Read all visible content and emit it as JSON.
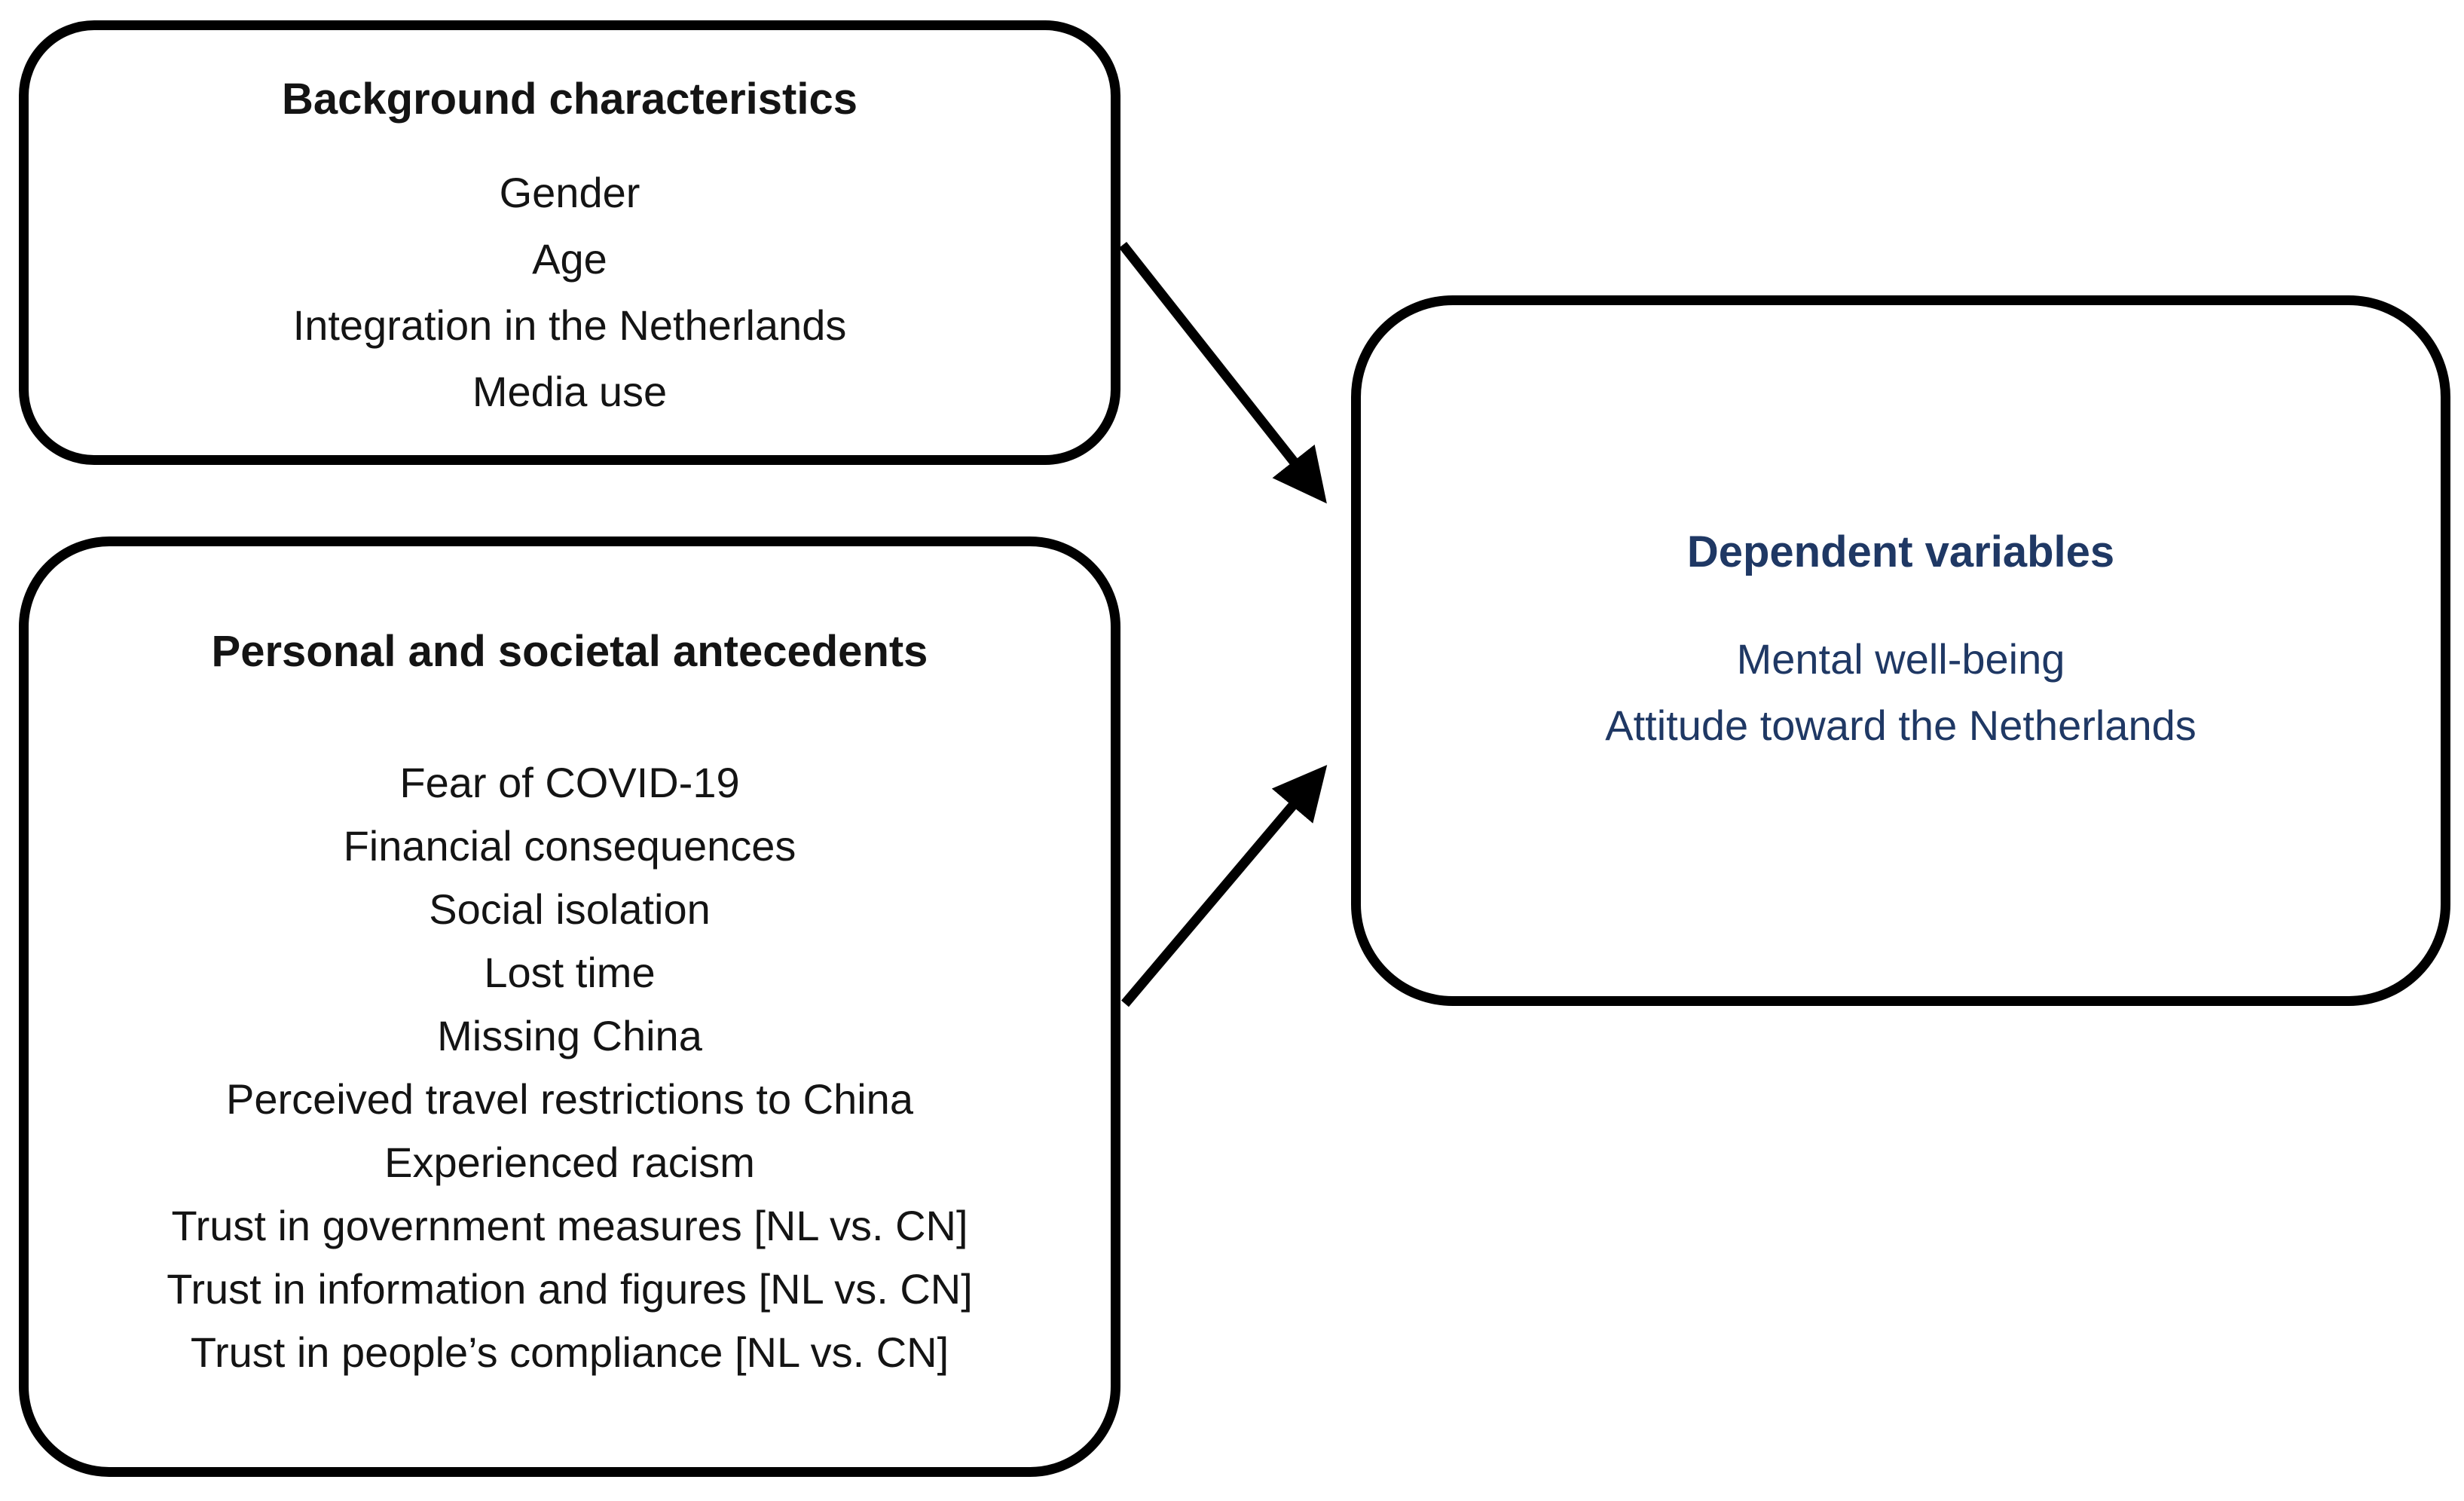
{
  "diagram": {
    "background_box": {
      "title": "Background characteristics",
      "items": [
        "Gender",
        "Age",
        "Integration in the Netherlands",
        "Media use"
      ]
    },
    "antecedents_box": {
      "title": "Personal and societal antecedents",
      "items": [
        "Fear of COVID-19",
        "Financial consequences",
        "Social isolation",
        "Lost time",
        "Missing China",
        "Perceived travel restrictions to China",
        "Experienced racism",
        "Trust in government measures [NL vs. CN]",
        "Trust in information and figures [NL vs. CN]",
        "Trust in people’s compliance [NL vs. CN]"
      ]
    },
    "dependent_box": {
      "title": "Dependent variables",
      "items": [
        "Mental well-being",
        "Attitude toward the Netherlands"
      ]
    },
    "colors": {
      "black_text": "#141414",
      "navy_text": "#1F3864",
      "border": "#000000",
      "background": "#FFFFFF"
    }
  }
}
